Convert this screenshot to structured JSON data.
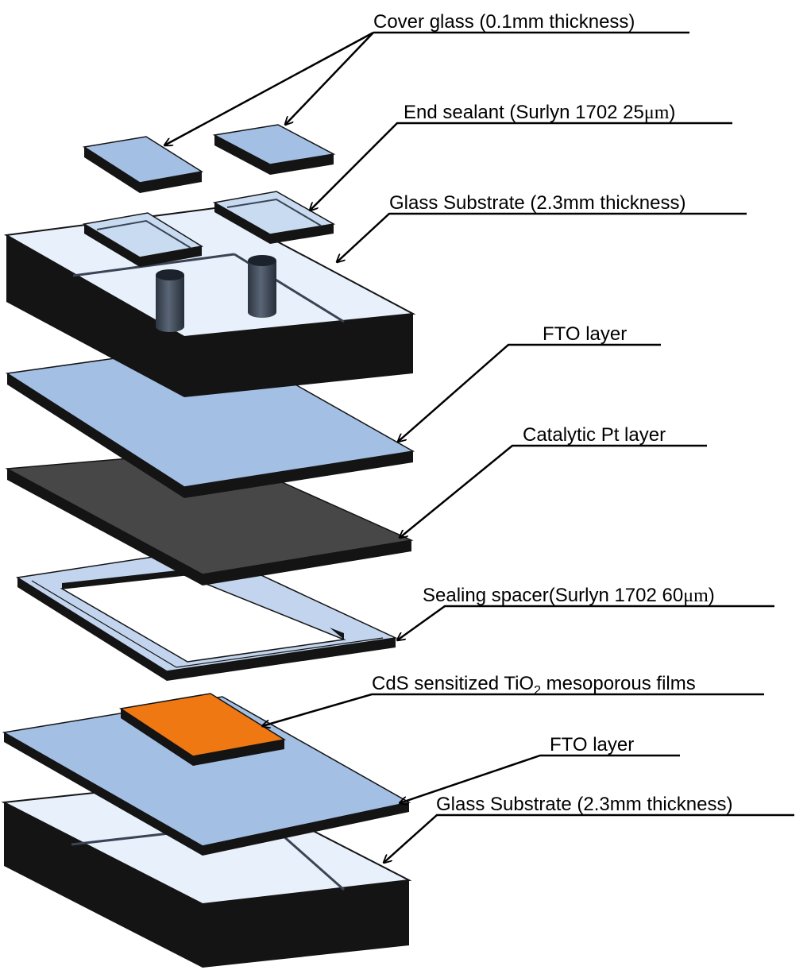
{
  "labels": {
    "cover_glass": "Cover glass (0.1mm thickness)",
    "end_sealant_prefix": "End sealant (Surlyn 1702 25",
    "end_sealant_unit": "μm",
    "end_sealant_suffix": ")",
    "glass_substrate_top": "Glass Substrate (2.3mm thickness)",
    "fto_top": "FTO layer",
    "pt_layer": "Catalytic Pt layer",
    "spacer_prefix": "Sealing spacer(Surlyn 1702 60",
    "spacer_unit": "μm",
    "spacer_suffix": ")",
    "cds_prefix": "CdS sensitized TiO",
    "cds_subscript": "2",
    "cds_suffix": " mesoporous films",
    "fto_bottom": "FTO layer",
    "glass_substrate_bottom": "Glass Substrate (2.3mm thickness)"
  },
  "colors": {
    "fto_blue": "#a3bfe3",
    "glass_face": "#e8f1fb",
    "body_black": "#141414",
    "pt_gray": "#474747",
    "cds_orange": "#f07812",
    "tube": "#3a4454",
    "white": "#ffffff"
  }
}
